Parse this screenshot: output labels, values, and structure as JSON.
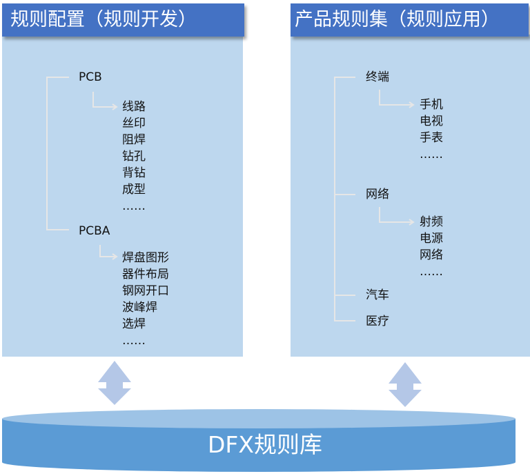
{
  "left": {
    "title": "规则配置（规则开发）",
    "groups": [
      {
        "label": "PCB",
        "items": [
          "线路",
          "丝印",
          "阻焊",
          "钻孔",
          "背钻",
          "成型",
          "……"
        ]
      },
      {
        "label": "PCBA",
        "items": [
          "焊盘图形",
          "器件布局",
          "钢网开口",
          "波峰焊",
          "选焊",
          "……"
        ]
      }
    ]
  },
  "right": {
    "title": "产品规则集（规则应用）",
    "groups": [
      {
        "label": "终端",
        "items": [
          "手机",
          "电视",
          "手表",
          "……"
        ]
      },
      {
        "label": "网络",
        "items": [
          "射频",
          "电源",
          "网络",
          "……"
        ]
      },
      {
        "label": "汽车"
      },
      {
        "label": "医疗"
      }
    ]
  },
  "database": {
    "label": "DFX规则库"
  },
  "colors": {
    "header": "#4472c4",
    "panel": "#bdd7ee",
    "arrow": "#b4c7e7",
    "db_side": "#5b9bd5",
    "db_top": "#9dc3e6"
  }
}
